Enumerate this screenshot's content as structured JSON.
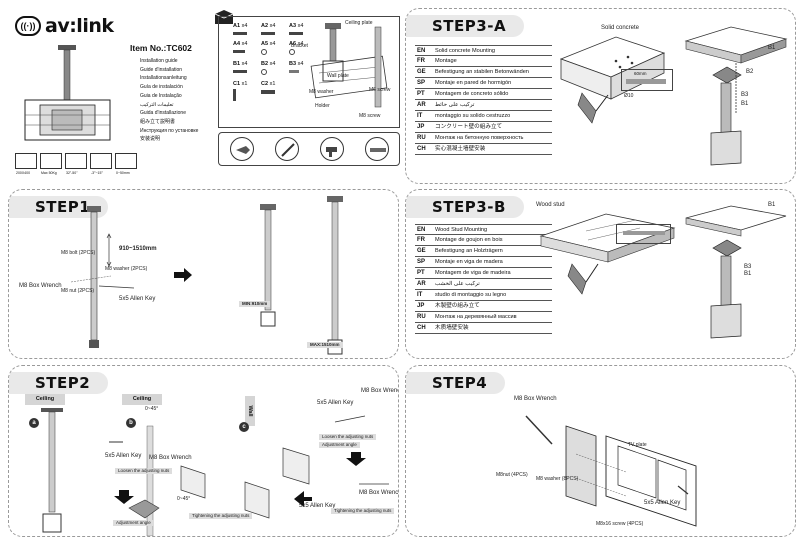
{
  "cover": {
    "brand": "av:link",
    "brand_mark": "((·))",
    "item_no": "Item No.:TC602",
    "guide_lines": [
      "Installation guide",
      "Guide d'installation",
      "Installationsanleitung",
      "Guía de instalación",
      "Guia de Instalação",
      "تعليمات التركيب",
      "Guida d'installazione",
      "組み立て説明書",
      "Инструкция по установке",
      "安装说明"
    ],
    "specs": [
      "200X400",
      "Max 50Kg",
      "32\"-50\"",
      "-3°~15°",
      "0~50mm"
    ],
    "parts": [
      {
        "code": "A1",
        "qty": "x4"
      },
      {
        "code": "A2",
        "qty": "x4"
      },
      {
        "code": "A3",
        "qty": "x4"
      },
      {
        "code": "A4",
        "qty": "x4"
      },
      {
        "code": "A5",
        "qty": "x4"
      },
      {
        "code": "A6",
        "qty": "x4"
      },
      {
        "code": "B1",
        "qty": "x4"
      },
      {
        "code": "B2",
        "qty": "x4"
      },
      {
        "code": "B3",
        "qty": "x4"
      },
      {
        "code": "C1",
        "qty": "x1"
      },
      {
        "code": "C2",
        "qty": "x1"
      }
    ],
    "diagram_labels": {
      "wall_plate": "Wall plate",
      "holder": "Holder",
      "ceiling": "Ceiling plate",
      "bracket": "Bracket",
      "m6_screw": "M6 screw",
      "m8_screw": "M8 screw",
      "m8_washer": "M8 washer"
    }
  },
  "step3a": {
    "title": "STEP3-A",
    "surface": "Solid concrete",
    "langs": [
      [
        "EN",
        "Solid concrete Mounting"
      ],
      [
        "FR",
        "Montage"
      ],
      [
        "GE",
        "Befestigung an stabilen Betonwänden"
      ],
      [
        "SP",
        "Montaje en pared de hormigón"
      ],
      [
        "PT",
        "Montagem de concreto sólido"
      ],
      [
        "AR",
        "تركيب على حائط"
      ],
      [
        "IT",
        "montaggio su solido cestruzzo"
      ],
      [
        "JP",
        "コンクリート壁の組み立て"
      ],
      [
        "RU",
        "Монтаж на бетонную поверхность"
      ],
      [
        "CH",
        "实心混凝土墙壁安装"
      ]
    ],
    "measure": "Ø10",
    "depth": "60mm",
    "bolts": [
      "B1",
      "B2",
      "B3"
    ]
  },
  "step3b": {
    "title": "STEP3-B",
    "surface": "Wood stud",
    "langs": [
      [
        "EN",
        "Wood Stud Mounting"
      ],
      [
        "FR",
        "Montage de goujon en bois"
      ],
      [
        "GE",
        "Befestigung an Holzträgern"
      ],
      [
        "SP",
        "Montaje en viga de madera"
      ],
      [
        "PT",
        "Montagem de viga de madeira"
      ],
      [
        "AR",
        "تركيب على الخشب"
      ],
      [
        "IT",
        "studio di montaggio su legno"
      ],
      [
        "JP",
        "木製壁の組み立て"
      ],
      [
        "RU",
        "Монтаж на деревянный массив"
      ],
      [
        "CH",
        "木质墙壁安装"
      ]
    ],
    "bolts": [
      "B1",
      "B3"
    ]
  },
  "step1": {
    "title": "STEP1",
    "range": "910~1510mm",
    "min": "MIN:910mm",
    "max": "MAX:1510mm",
    "m8_bolt": "M8 bolt (2PCS)",
    "m8_washer": "M8 washer (2PCS)",
    "m8_nut": "M8 nut (2PCS)",
    "m8_wrench": "M8 Box Wrench",
    "allen": "5x5 Allen Key"
  },
  "step2": {
    "title": "STEP2",
    "ceiling": "Ceiling",
    "wall": "Wall",
    "angle": "0~45°",
    "allen": "5x5 Allen Key",
    "wrench": "M8 Box Wrench",
    "loosen": "Loosen the adjusting nuts",
    "tighten": "Tightening the adjusting nuts",
    "adjust": "Adjustment angle",
    "subs": [
      "a",
      "b",
      "c"
    ]
  },
  "step4": {
    "title": "STEP4",
    "wrench": "M8 Box Wrench",
    "tv_plate": "TV plate",
    "m8_nut": "M8nut (4PCS)",
    "m8_washer": "M8 washer (8PCS)",
    "allen": "5x5 Allen Key",
    "m8_screw": "M8x16 screw (4PCS)"
  }
}
